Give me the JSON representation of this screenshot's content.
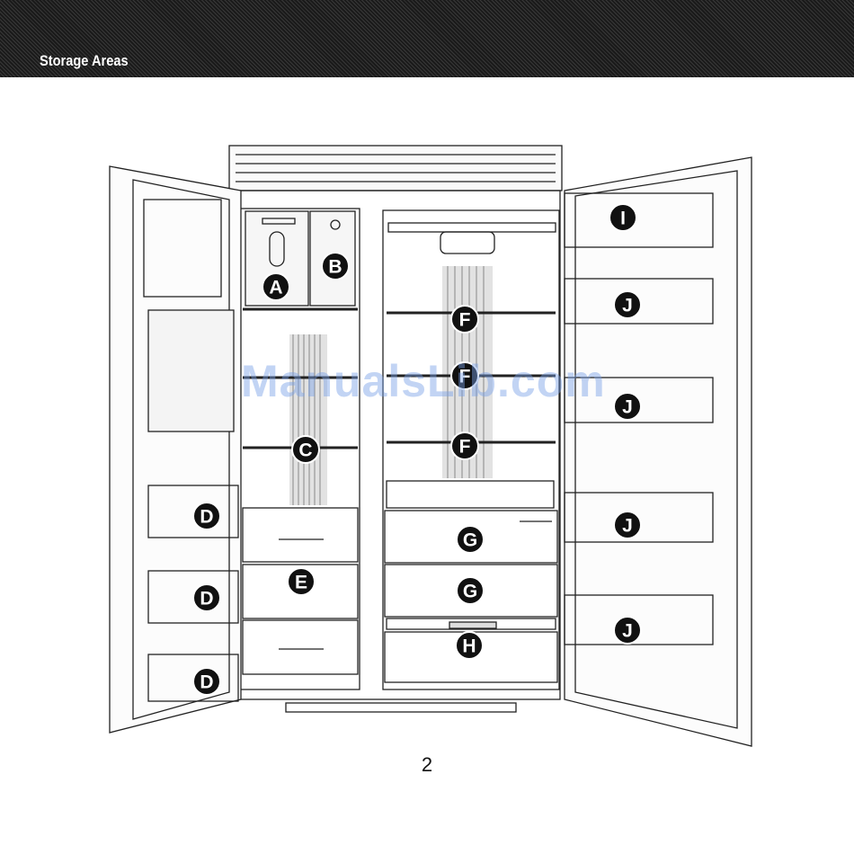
{
  "header": {
    "title": "Storage Areas"
  },
  "diagram": {
    "callouts": {
      "a": "A",
      "b": "B",
      "c": "C",
      "d": "D",
      "e": "E",
      "f": "F",
      "g": "G",
      "h": "H",
      "i": "I",
      "j": "J"
    }
  },
  "watermark": "ManualsLib.com",
  "page_number": "2",
  "colors": {
    "header_bg": "#1a1a1a",
    "callout": "#111111",
    "line": "#222222"
  }
}
